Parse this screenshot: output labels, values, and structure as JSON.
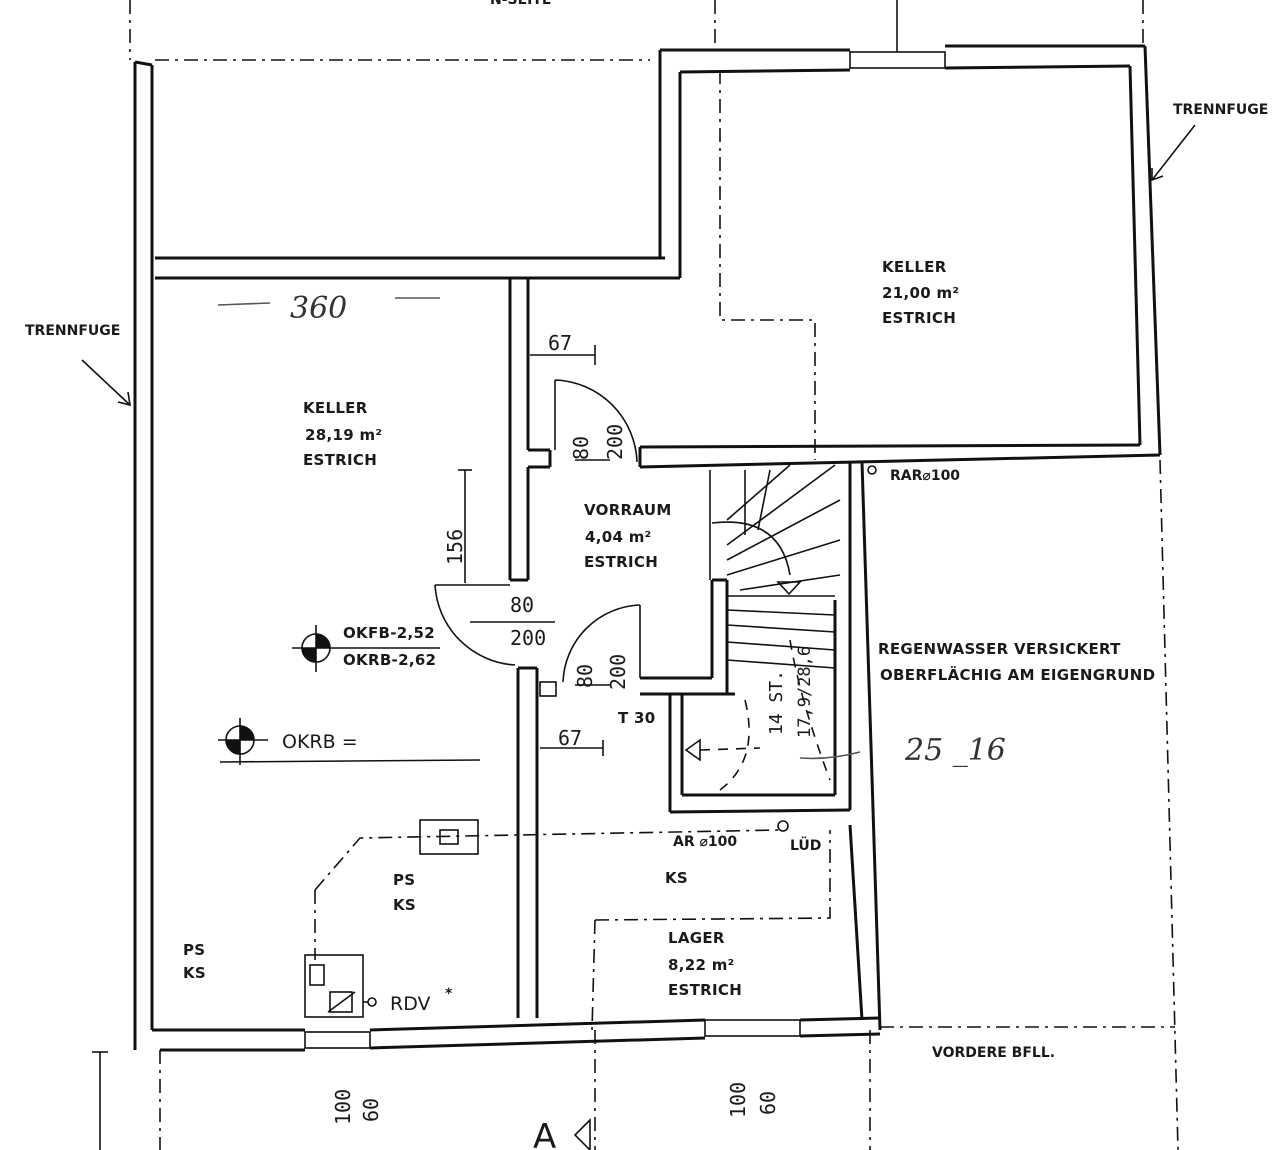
{
  "top_label": "N-SEITE",
  "joints": {
    "left": "TRENNFUGE",
    "right": "TRENNFUGE"
  },
  "rooms": {
    "keller_left": {
      "name": "KELLER",
      "area": "28,19 m²",
      "floor": "ESTRICH"
    },
    "keller_right": {
      "name": "KELLER",
      "area": "21,00 m²",
      "floor": "ESTRICH"
    },
    "vorraum": {
      "name": "VORRAUM",
      "area": "4,04 m²",
      "floor": "ESTRICH"
    },
    "lager": {
      "name": "LAGER",
      "area": "8,22 m²",
      "floor": "ESTRICH"
    }
  },
  "dimensions": {
    "d67_top": "67",
    "door_top_w": "80",
    "door_top_h": "200",
    "d156": "156",
    "door_mid_w": "80",
    "door_mid_h": "200",
    "door_bot_w": "80",
    "door_bot_h": "200",
    "d67_bottom": "67",
    "win_left_w": "100",
    "win_left_h": "60",
    "win_right_w": "100",
    "win_right_h": "60"
  },
  "levels": {
    "okfb": "OKFB-2,52",
    "okrb": "OKRB-2,62",
    "okrb_eq": "OKRB ="
  },
  "stairs": {
    "count": "14 ST.",
    "ratio": "17,9/28,6"
  },
  "fire_door": "T 30",
  "annotations": {
    "rar": "RAR⌀100",
    "regen_line1": "REGENWASSER VERSICKERT",
    "regen_line2": "OBERFLÄCHIG AM EIGENGRUND",
    "ar": "AR ⌀100",
    "lud": "LÜD",
    "ks_lager": "KS",
    "ps_mid": "PS",
    "ks_mid": "KS",
    "ps_left": "PS",
    "ks_left": "KS",
    "rdv": "RDV",
    "rdv_mark": "*",
    "vordere": "VORDERE BFLL.",
    "section": "A"
  },
  "handwriting": {
    "h360": "360",
    "h_right": "25 _16"
  },
  "colors": {
    "ink": "#111111",
    "paper": "#ffffff"
  }
}
